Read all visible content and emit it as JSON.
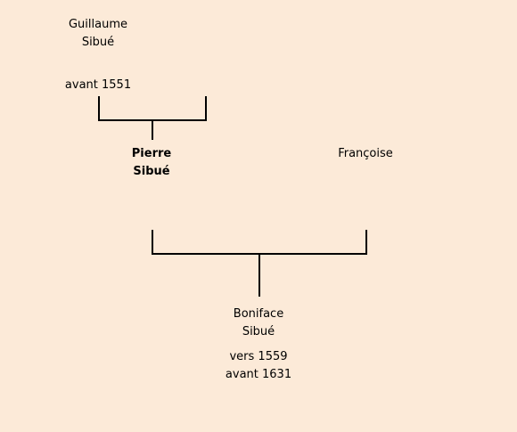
{
  "tree": {
    "grandfather": {
      "first_name": "Guillaume",
      "last_name": "Sibué",
      "death": "avant 1551"
    },
    "subject": {
      "first_name": "Pierre",
      "last_name": "Sibué"
    },
    "spouse": {
      "first_name": "Françoise"
    },
    "child": {
      "first_name": "Boniface",
      "last_name": "Sibué",
      "birth": "vers 1559",
      "death": "avant 1631"
    }
  }
}
